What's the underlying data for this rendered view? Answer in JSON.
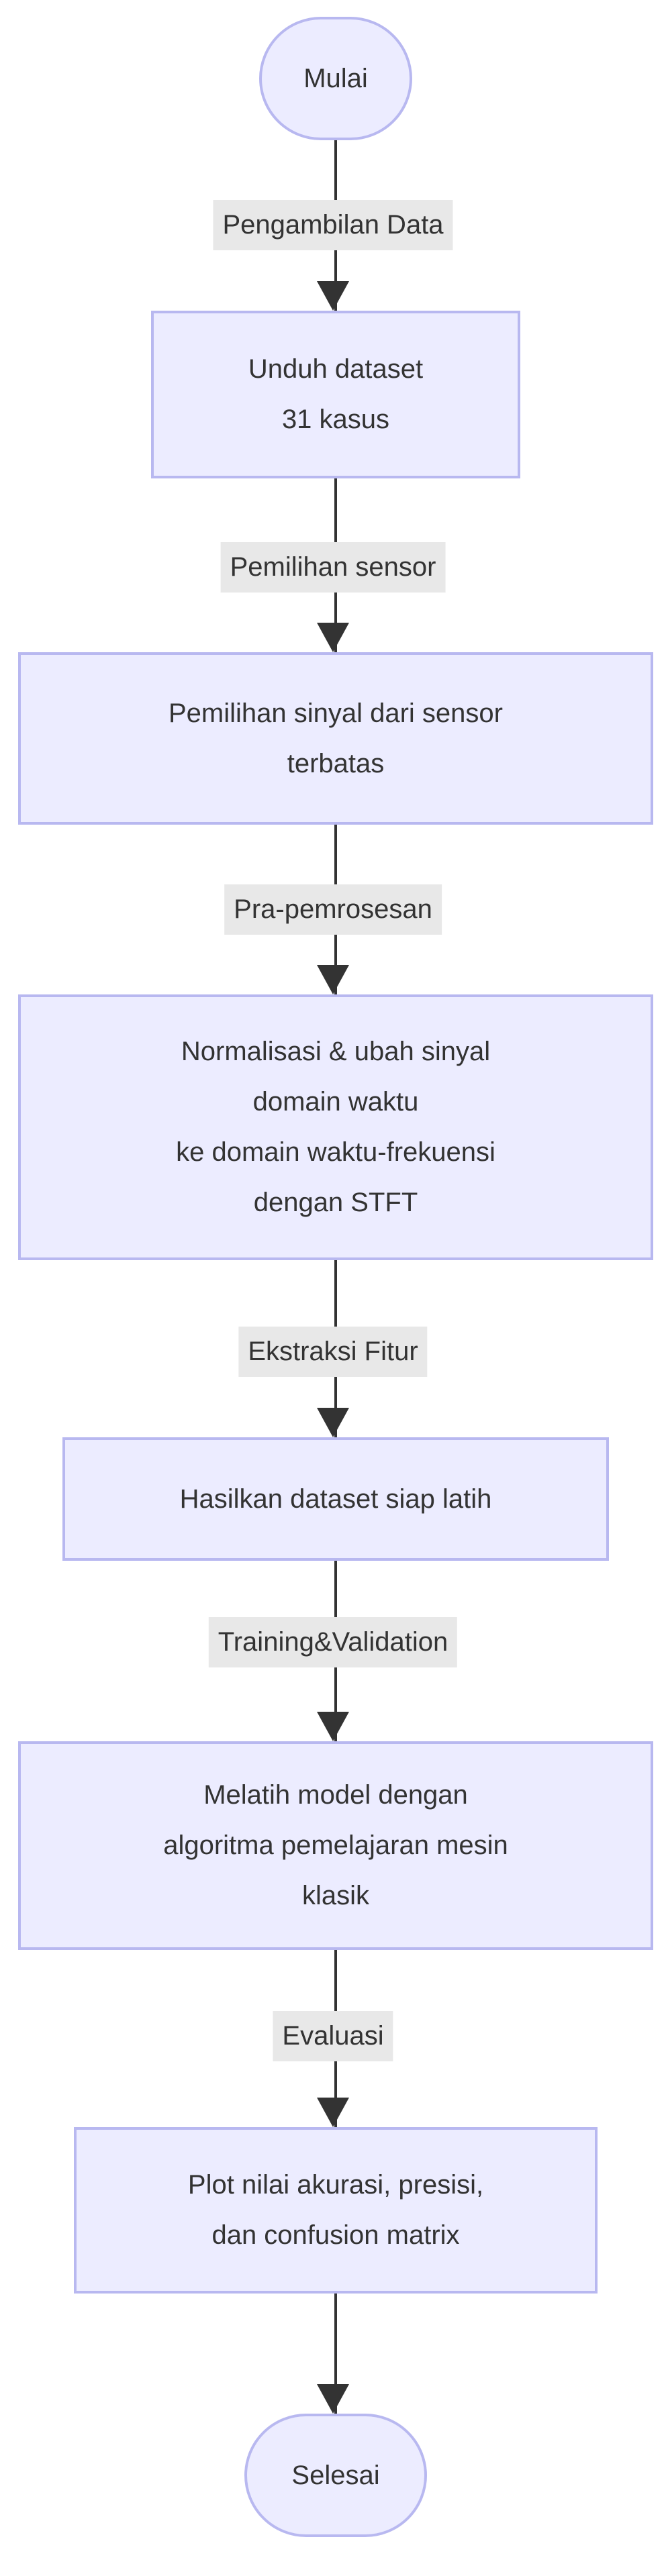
{
  "diagram": {
    "type": "flowchart",
    "direction": "top-down",
    "colors": {
      "node_fill": "#ECECFF",
      "node_border": "#B8B8F0",
      "edge_label_bg": "#E8E8E8",
      "text": "#333333",
      "line": "#333333",
      "background": "#FFFFFF"
    },
    "nodes": [
      {
        "id": "start",
        "shape": "stadium",
        "label": "Mulai"
      },
      {
        "id": "download",
        "shape": "rect",
        "label": "Unduh dataset\n31 kasus"
      },
      {
        "id": "select",
        "shape": "rect",
        "label": "Pemilihan sinyal dari sensor\nterbatas"
      },
      {
        "id": "preprocess",
        "shape": "rect",
        "label": "Normalisasi & ubah sinyal\ndomain waktu\nke domain waktu-frekuensi\ndengan STFT"
      },
      {
        "id": "dataset",
        "shape": "rect",
        "label": "Hasilkan dataset siap latih"
      },
      {
        "id": "train",
        "shape": "rect",
        "label": "Melatih model dengan\nalgoritma pemelajaran mesin\nklasik"
      },
      {
        "id": "plot",
        "shape": "rect",
        "label": "Plot nilai akurasi, presisi,\ndan confusion matrix"
      },
      {
        "id": "end",
        "shape": "stadium",
        "label": "Selesai"
      }
    ],
    "edges": [
      {
        "from": "start",
        "to": "download",
        "label": "Pengambilan Data"
      },
      {
        "from": "download",
        "to": "select",
        "label": "Pemilihan sensor"
      },
      {
        "from": "select",
        "to": "preprocess",
        "label": "Pra-pemrosesan"
      },
      {
        "from": "preprocess",
        "to": "dataset",
        "label": "Ekstraksi Fitur"
      },
      {
        "from": "dataset",
        "to": "train",
        "label": "Training&Validation"
      },
      {
        "from": "train",
        "to": "plot",
        "label": "Evaluasi"
      },
      {
        "from": "plot",
        "to": "end",
        "label": ""
      }
    ]
  }
}
